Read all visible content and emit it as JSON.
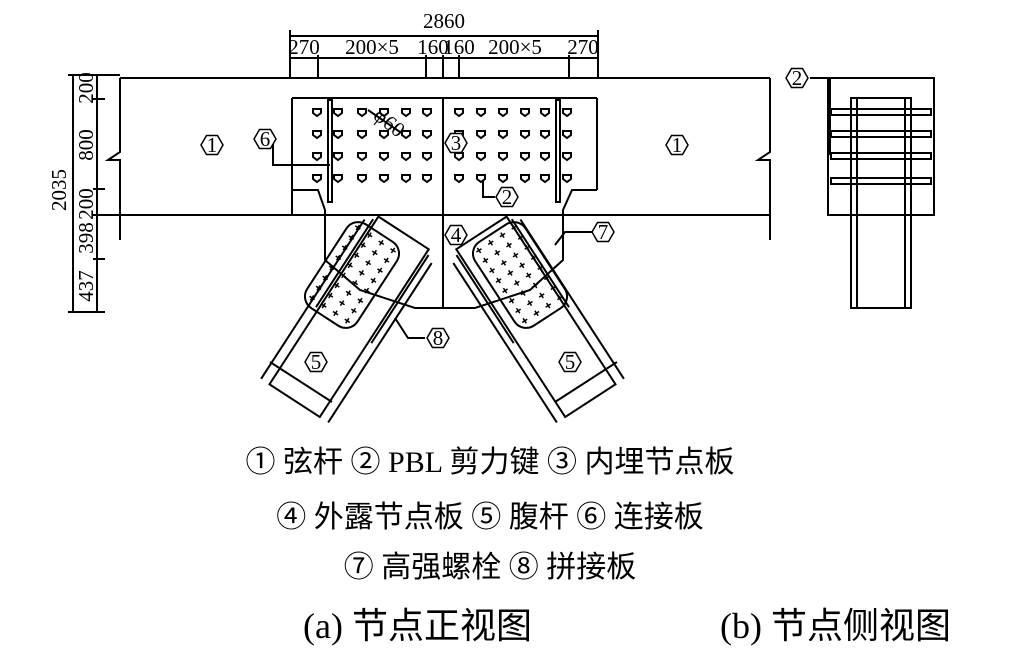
{
  "dimensions": {
    "top_total": "2860",
    "top_segments": [
      "270",
      "200×5",
      "160",
      "160",
      "200×5",
      "270"
    ],
    "left_total": "2035",
    "left_segments": [
      "200",
      "800",
      "200",
      "398",
      "437"
    ],
    "hole_label": "φ60"
  },
  "tags": {
    "chord_left": "1",
    "chord_right": "1",
    "pbl_key_front": "2",
    "pbl_key_side": "2",
    "embedded_gusset": "3",
    "exposed_gusset": "4",
    "web_left": "5",
    "web_right": "5",
    "connection_plate": "6",
    "hs_bolt": "7",
    "splice_plate": "8"
  },
  "legend": {
    "line1": "① 弦杆 ② PBL 剪力键 ③ 内埋节点板",
    "line2": "④ 外露节点板 ⑤ 腹杆 ⑥ 连接板",
    "line3": "⑦ 高强螺栓 ⑧ 拼接板"
  },
  "captions": {
    "front_view": "(a) 节点正视图",
    "side_view": "(b) 节点侧视图"
  }
}
